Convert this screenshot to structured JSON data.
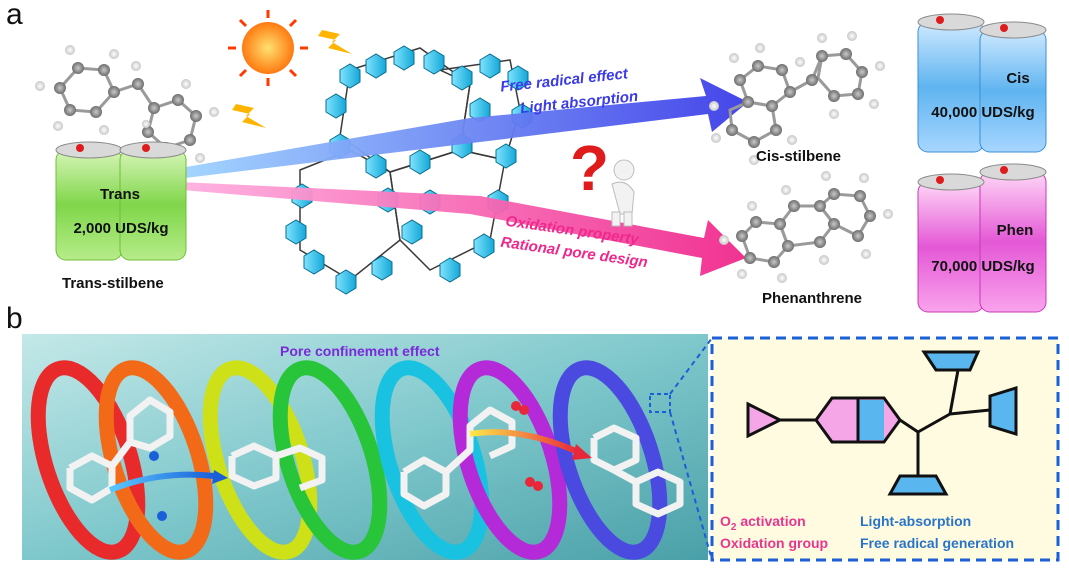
{
  "panel_a": {
    "letter": "a",
    "trans_jar": {
      "title": "Trans",
      "price": "2,000 UDS/kg"
    },
    "trans_label": "Trans-stilbene",
    "upper_arrow": {
      "line1": "Free radical  effect",
      "line2": "Light absorption",
      "color": "#3b3be8"
    },
    "lower_arrow": {
      "line1": "Oxidation property",
      "line2": "Rational pore design",
      "color": "#f0288c"
    },
    "cis_label": "Cis-stilbene",
    "phen_label": "Phenanthrene",
    "cis_jar": {
      "title": "Cis",
      "price": "40,000 UDS/kg"
    },
    "phen_jar": {
      "title": "Phen",
      "price": "70,000 UDS/kg"
    }
  },
  "panel_b": {
    "letter": "b",
    "pore_title": "Pore confinement effect",
    "pore_title_color": "#7a2ad8",
    "legend": {
      "o2_prefix": "O",
      "o2_sub": "2",
      "o2_suffix": " activation",
      "oxidation": "Oxidation group",
      "light": "Light-absorption",
      "radical": "Free radical generation",
      "pink": "#e8368f",
      "blue": "#2a74c8"
    }
  }
}
